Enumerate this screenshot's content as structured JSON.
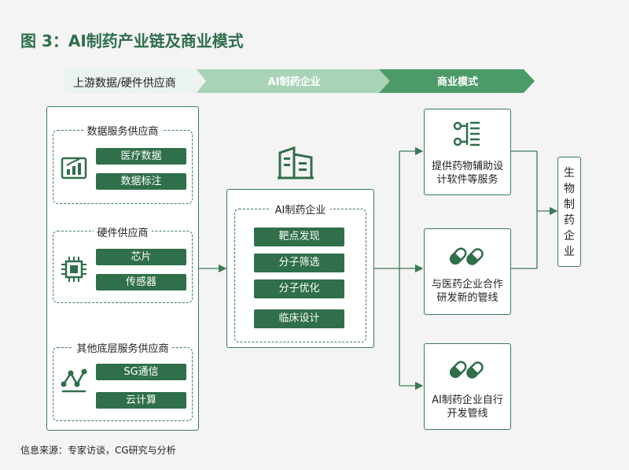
{
  "title": "图 3：AI制药产业链及商业模式",
  "header": {
    "upstream": "上游数据/硬件供应商",
    "ai_enterprise": "AI制药企业",
    "business_model": "商业模式"
  },
  "upstream": {
    "groups": [
      {
        "title": "数据服务供应商",
        "items": [
          "医疗数据",
          "数据标注"
        ],
        "icon": "bar-chart-icon"
      },
      {
        "title": "硬件供应商",
        "items": [
          "芯片",
          "传感器"
        ],
        "icon": "chip-icon"
      },
      {
        "title": "其他底层服务供应商",
        "items": [
          "SG通信",
          "云计算"
        ],
        "icon": "network-graph-icon"
      }
    ]
  },
  "ai_enterprise": {
    "title": "AI制药企业",
    "icon": "building-icon",
    "items": [
      "靶点发现",
      "分子筛选",
      "分子优化",
      "临床设计"
    ]
  },
  "business_models": [
    {
      "lines": [
        "提供药物辅助设",
        "计软件等服务"
      ],
      "icon": "software-sliders-icon"
    },
    {
      "lines": [
        "与医药企业合作",
        "研发新的管线"
      ],
      "icon": "pills-icon"
    },
    {
      "lines": [
        "AI制药企业自行",
        "开发管线"
      ],
      "icon": "pills-icon"
    }
  ],
  "destination": {
    "chars": [
      "生",
      "物",
      "制",
      "药",
      "企",
      "业"
    ]
  },
  "source": "信息来源：专家访谈，CG研究与分析",
  "colors": {
    "primary_green": "#2f6f49",
    "border_green": "#3c7a56",
    "chevron_light": "#cfe6d6",
    "chevron_mid": "#7fbf95",
    "chevron_dark": "#4c9a68",
    "background": "#f4f4f4"
  }
}
